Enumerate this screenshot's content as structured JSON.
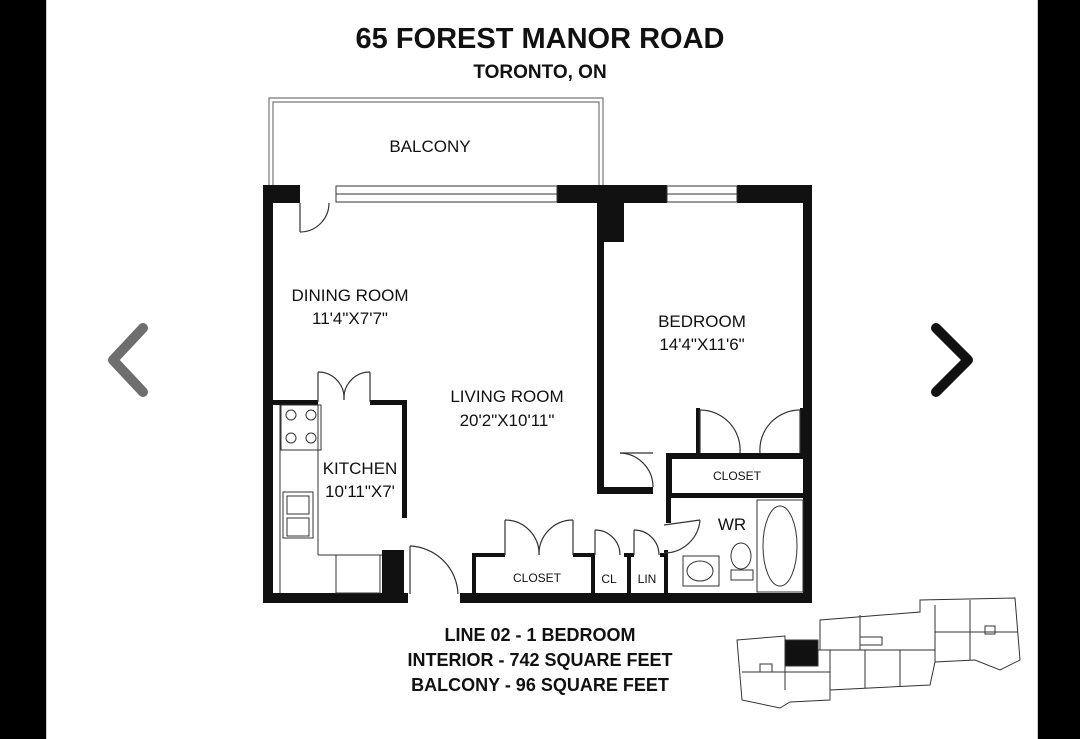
{
  "header": {
    "title": "65 FOREST MANOR ROAD",
    "subtitle": "TORONTO, ON"
  },
  "rooms": {
    "balcony": {
      "name": "BALCONY"
    },
    "dining": {
      "name": "DINING ROOM",
      "dims": "11'4\"X7'7\""
    },
    "living": {
      "name": "LIVING ROOM",
      "dims": "20'2\"X10'11\""
    },
    "bedroom": {
      "name": "BEDROOM",
      "dims": "14'4\"X11'6\""
    },
    "kitchen": {
      "name": "KITCHEN",
      "dims": "10'11\"X7'"
    },
    "bedroom_closet": {
      "name": "CLOSET"
    },
    "hall_closet": {
      "name": "CLOSET"
    },
    "cl": {
      "name": "CL"
    },
    "lin": {
      "name": "LIN"
    },
    "wr": {
      "name": "WR"
    }
  },
  "footer": {
    "line1": "LINE 02 - 1 BEDROOM",
    "line2": "INTERIOR - 742 SQUARE FEET",
    "line3": "BALCONY - 96 SQUARE FEET"
  },
  "nav": {
    "prev_icon": "chevron-left-icon",
    "next_icon": "chevron-right-icon",
    "prev_color": "#6e6e6e",
    "next_color": "#111111"
  }
}
